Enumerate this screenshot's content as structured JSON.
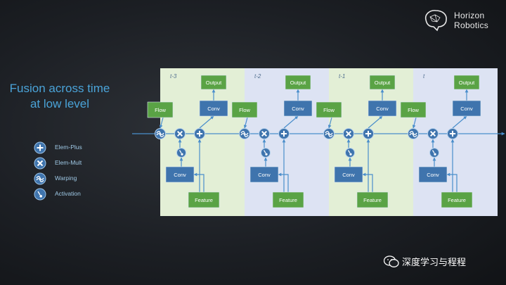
{
  "logo": {
    "brand_line1": "Horizon",
    "brand_line2": "Robotics"
  },
  "title": {
    "line1": "Fusion across time",
    "line2": "at low level"
  },
  "legend": [
    {
      "icon": "plus-icon",
      "label": "Elem-Plus"
    },
    {
      "icon": "times-icon",
      "label": "Elem-Mult"
    },
    {
      "icon": "warp-icon",
      "label": "Warping"
    },
    {
      "icon": "activation-icon",
      "label": "Activation"
    }
  ],
  "diagram": {
    "steps": [
      {
        "label": "t-3",
        "bg": "#e3efd6"
      },
      {
        "label": "t-2",
        "bg": "#dde3f3"
      },
      {
        "label": "t-1",
        "bg": "#e3efd6"
      },
      {
        "label": "t",
        "bg": "#dde3f3"
      }
    ],
    "box_labels": {
      "output": "Output",
      "conv": "Conv",
      "flow": "Flow",
      "feature": "Feature"
    },
    "colors": {
      "green": "#5aa345",
      "blue": "#3f74ad",
      "line": "#4a8ecb",
      "node": "#3f74ad"
    }
  },
  "footer": {
    "text": "深度学习与程程"
  }
}
